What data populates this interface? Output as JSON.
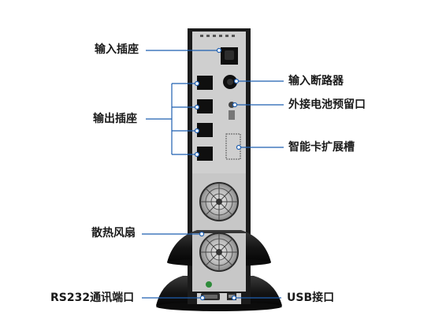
{
  "labels": {
    "input_socket": "输入插座",
    "output_socket": "输出插座",
    "fan": "散热风扇",
    "rs232": "RS232通讯端口",
    "breaker": "输入断路器",
    "battery_port": "外接电池预留口",
    "smart_slot": "智能卡扩展槽",
    "usb": "USB接口"
  },
  "colors": {
    "leader_line": "#1f5fb0",
    "chassis": "#1b1b1b",
    "panel": "#c9c9c9"
  }
}
